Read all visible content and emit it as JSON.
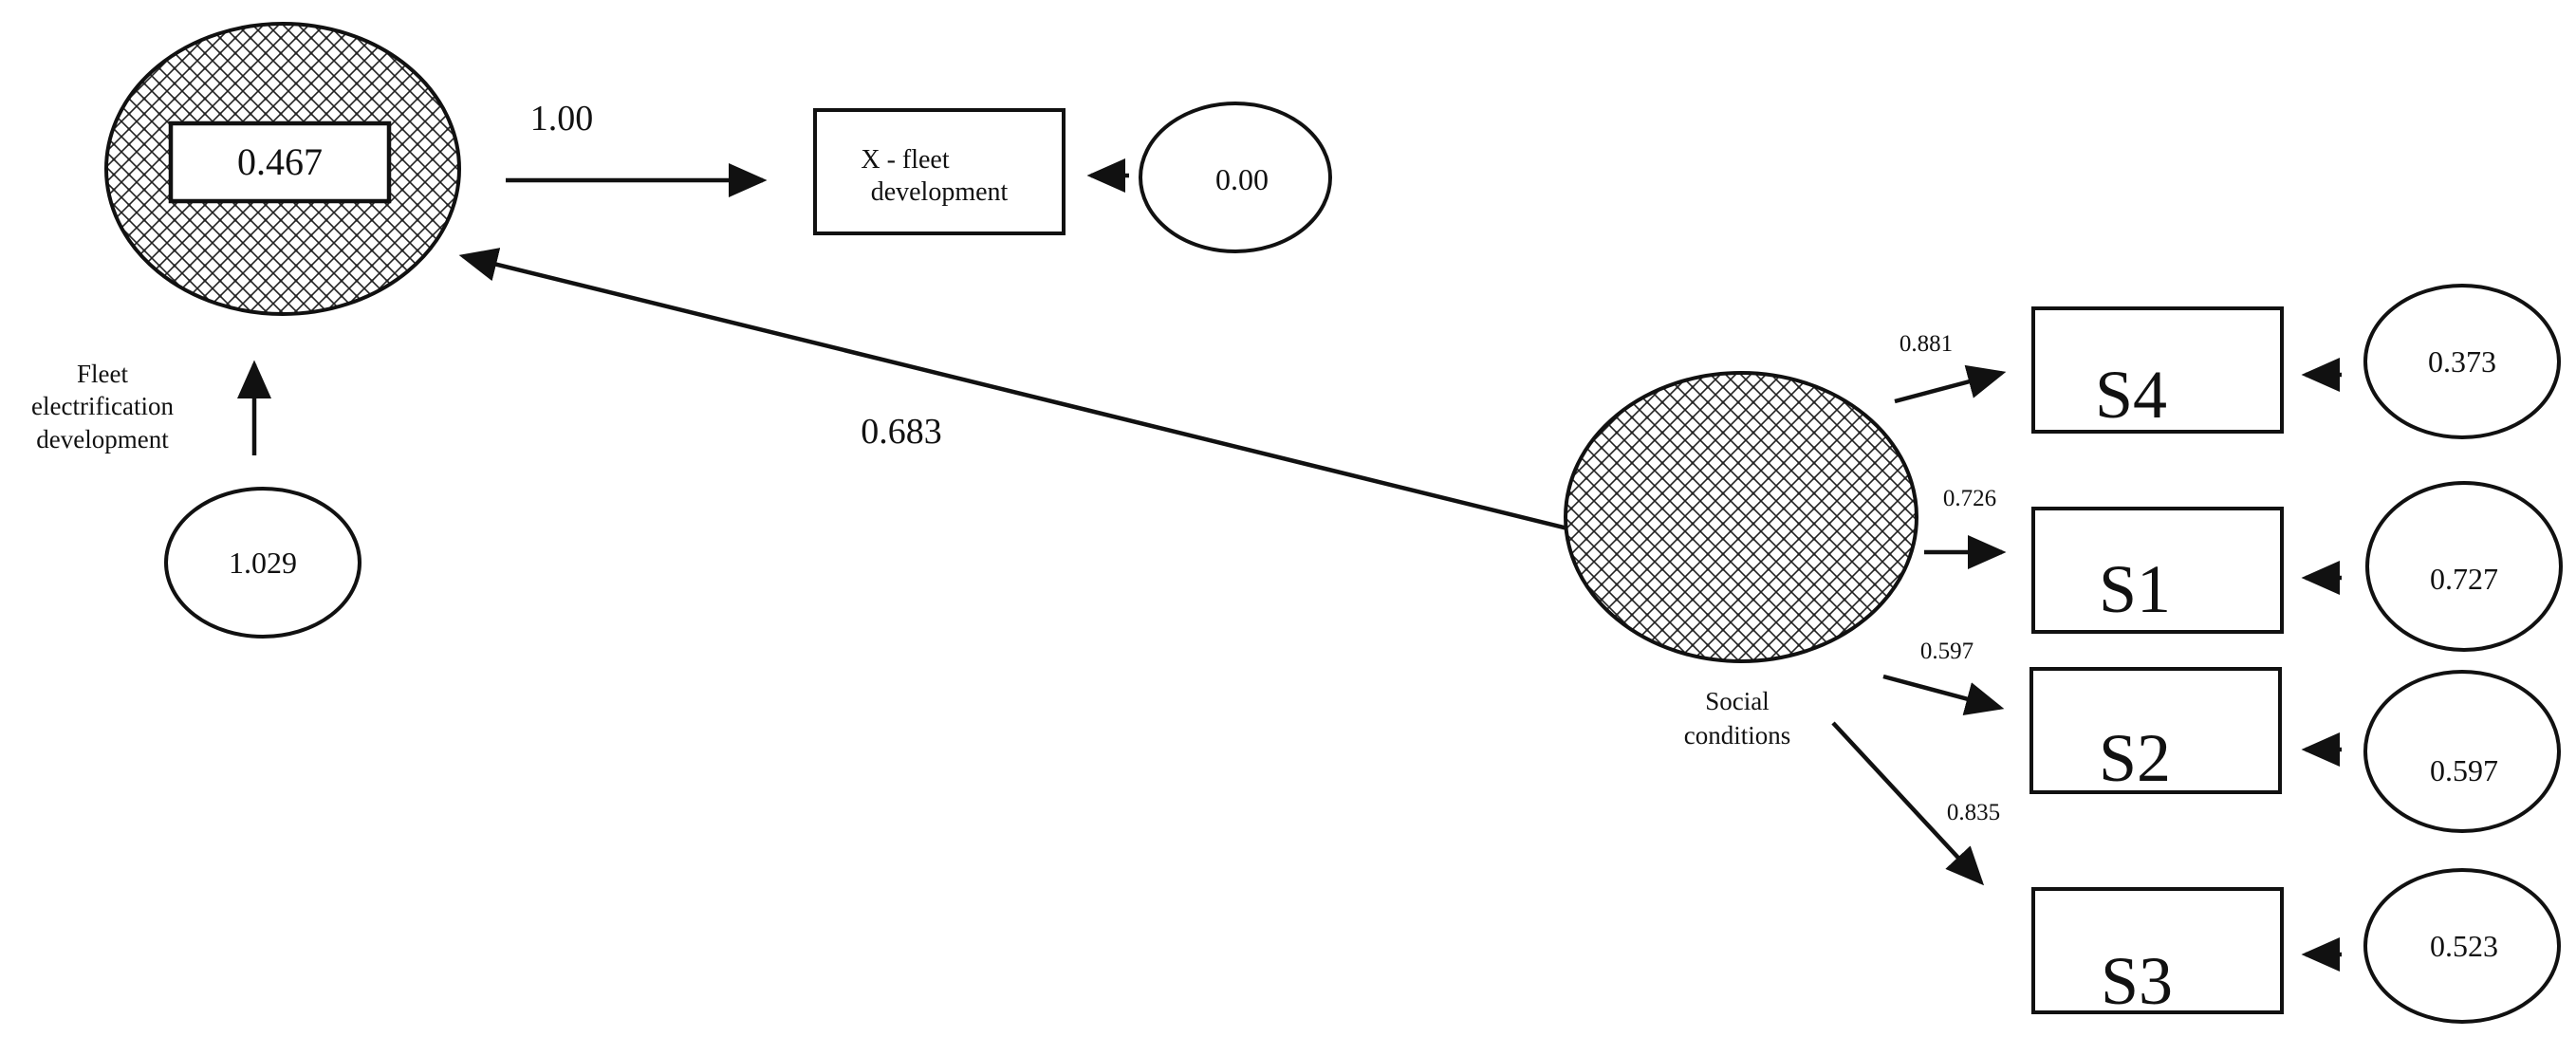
{
  "nodes": {
    "latent_fleet": {
      "value_label": "0.467",
      "caption_lines": [
        "Fleet",
        "electrification",
        "development"
      ]
    },
    "latent_fleet_error": {
      "label": "1.029"
    },
    "observed_x": {
      "label_lines": [
        "X - fleet",
        "development"
      ]
    },
    "observed_x_error": {
      "label": "0.00"
    },
    "latent_social": {
      "caption_lines": [
        "Social",
        "conditions"
      ]
    },
    "indicators": [
      {
        "id": "s4",
        "label": "S4",
        "error_label": "0.373"
      },
      {
        "id": "s1",
        "label": "S1",
        "error_label": "0.727"
      },
      {
        "id": "s2",
        "label": "S2",
        "error_label": "0.597"
      },
      {
        "id": "s3",
        "label": "S3",
        "error_label": "0.523"
      }
    ]
  },
  "paths": {
    "fleet_to_x": "1.00",
    "social_to_fleet": "0.683",
    "social_to_s4": "0.881",
    "social_to_s1": "0.726",
    "social_to_s2": "0.597",
    "social_to_s3": "0.835"
  }
}
